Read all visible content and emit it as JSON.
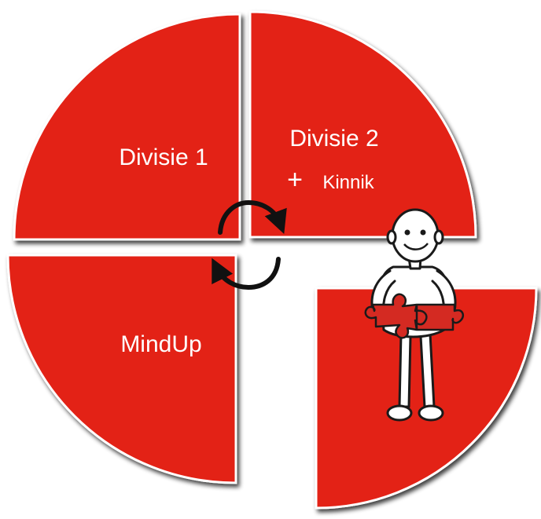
{
  "diagram": {
    "quadrants": {
      "top_left": {
        "label": "Divisie 1"
      },
      "top_right": {
        "label": "Divisie 2",
        "sublabel_plus": "+",
        "sublabel": "Kinnik"
      },
      "bottom_left": {
        "label": "MindUp"
      },
      "bottom_right": {
        "label": ""
      }
    },
    "colors": {
      "quadrant_fill": "#e32219",
      "quadrant_edge": "#ffffff",
      "shadow": "#000000",
      "arrow": "#111111",
      "label": "#ffffff"
    },
    "figure": "stick-figure-holding-puzzle-piece",
    "cycle_icon": "rotate-arrows-icon"
  }
}
